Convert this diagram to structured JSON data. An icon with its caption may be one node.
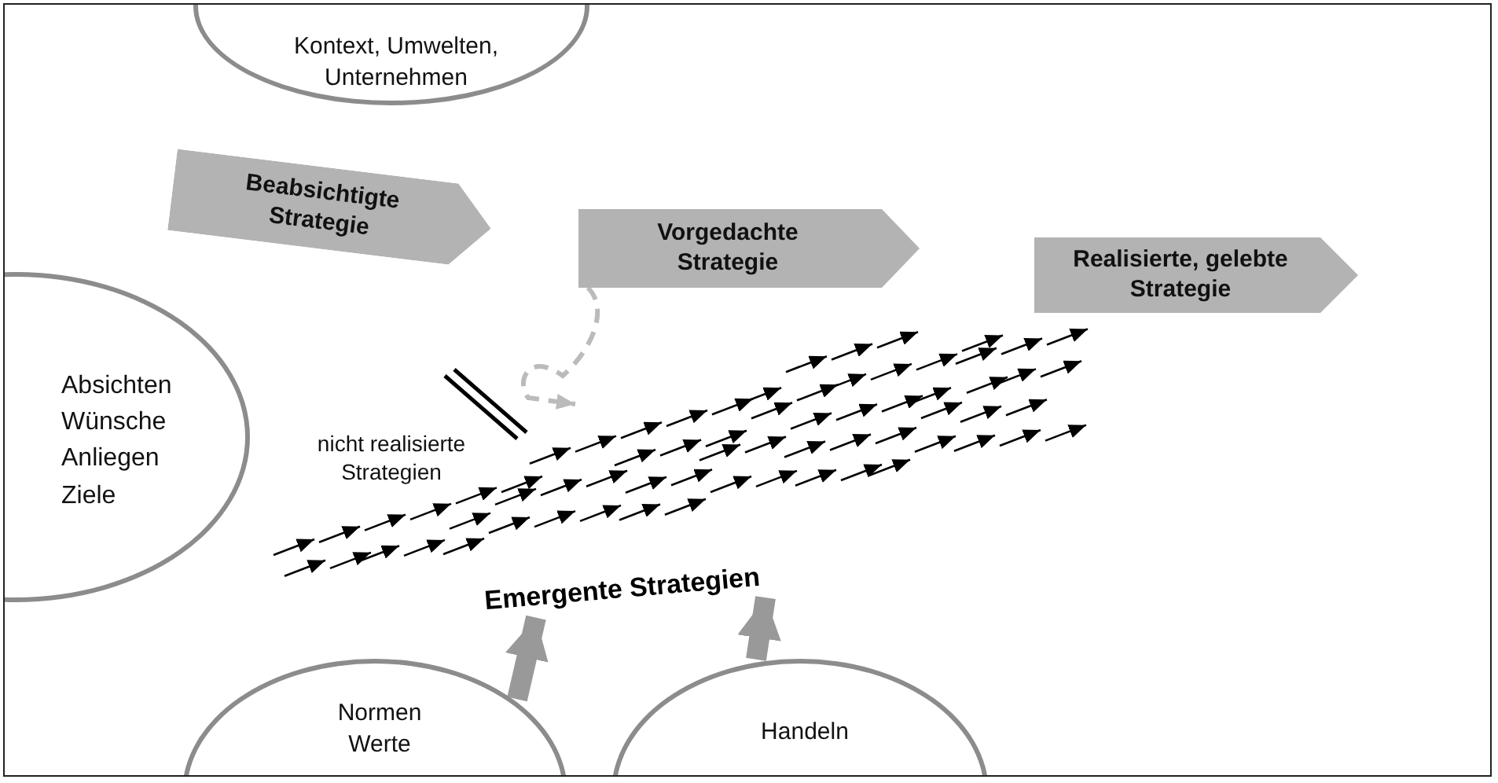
{
  "diagram": {
    "nodes": [
      {
        "text": [
          "Kontext, Umwelten, Unternehmen"
        ]
      },
      {
        "text": [
          "Absichten",
          "Wünsche",
          "Anliegen",
          "Ziele"
        ]
      },
      {
        "text": [
          "Beabsichtigte Strategie"
        ]
      },
      {
        "text": [
          "Vorgedachte Strategie"
        ]
      },
      {
        "text": [
          "Realisierte, gelebte Strategie"
        ]
      },
      {
        "text": [
          "Emergente Strategien"
        ]
      },
      {
        "text": [
          "Normen Werte"
        ]
      },
      {
        "text": [
          "Handeln"
        ]
      }
    ],
    "edges": [
      {
        "from": 6,
        "to": 5,
        "arrow": "to",
        "color": "#999999"
      },
      {
        "from": 7,
        "to": 5,
        "arrow": "to",
        "color": "#999999"
      },
      {
        "from": 3,
        "to": null,
        "arrow": "to",
        "style": "dashed",
        "color": "#bbbbbb"
      }
    ],
    "labels": [
      "nicht realisierte Strategien"
    ]
  }
}
